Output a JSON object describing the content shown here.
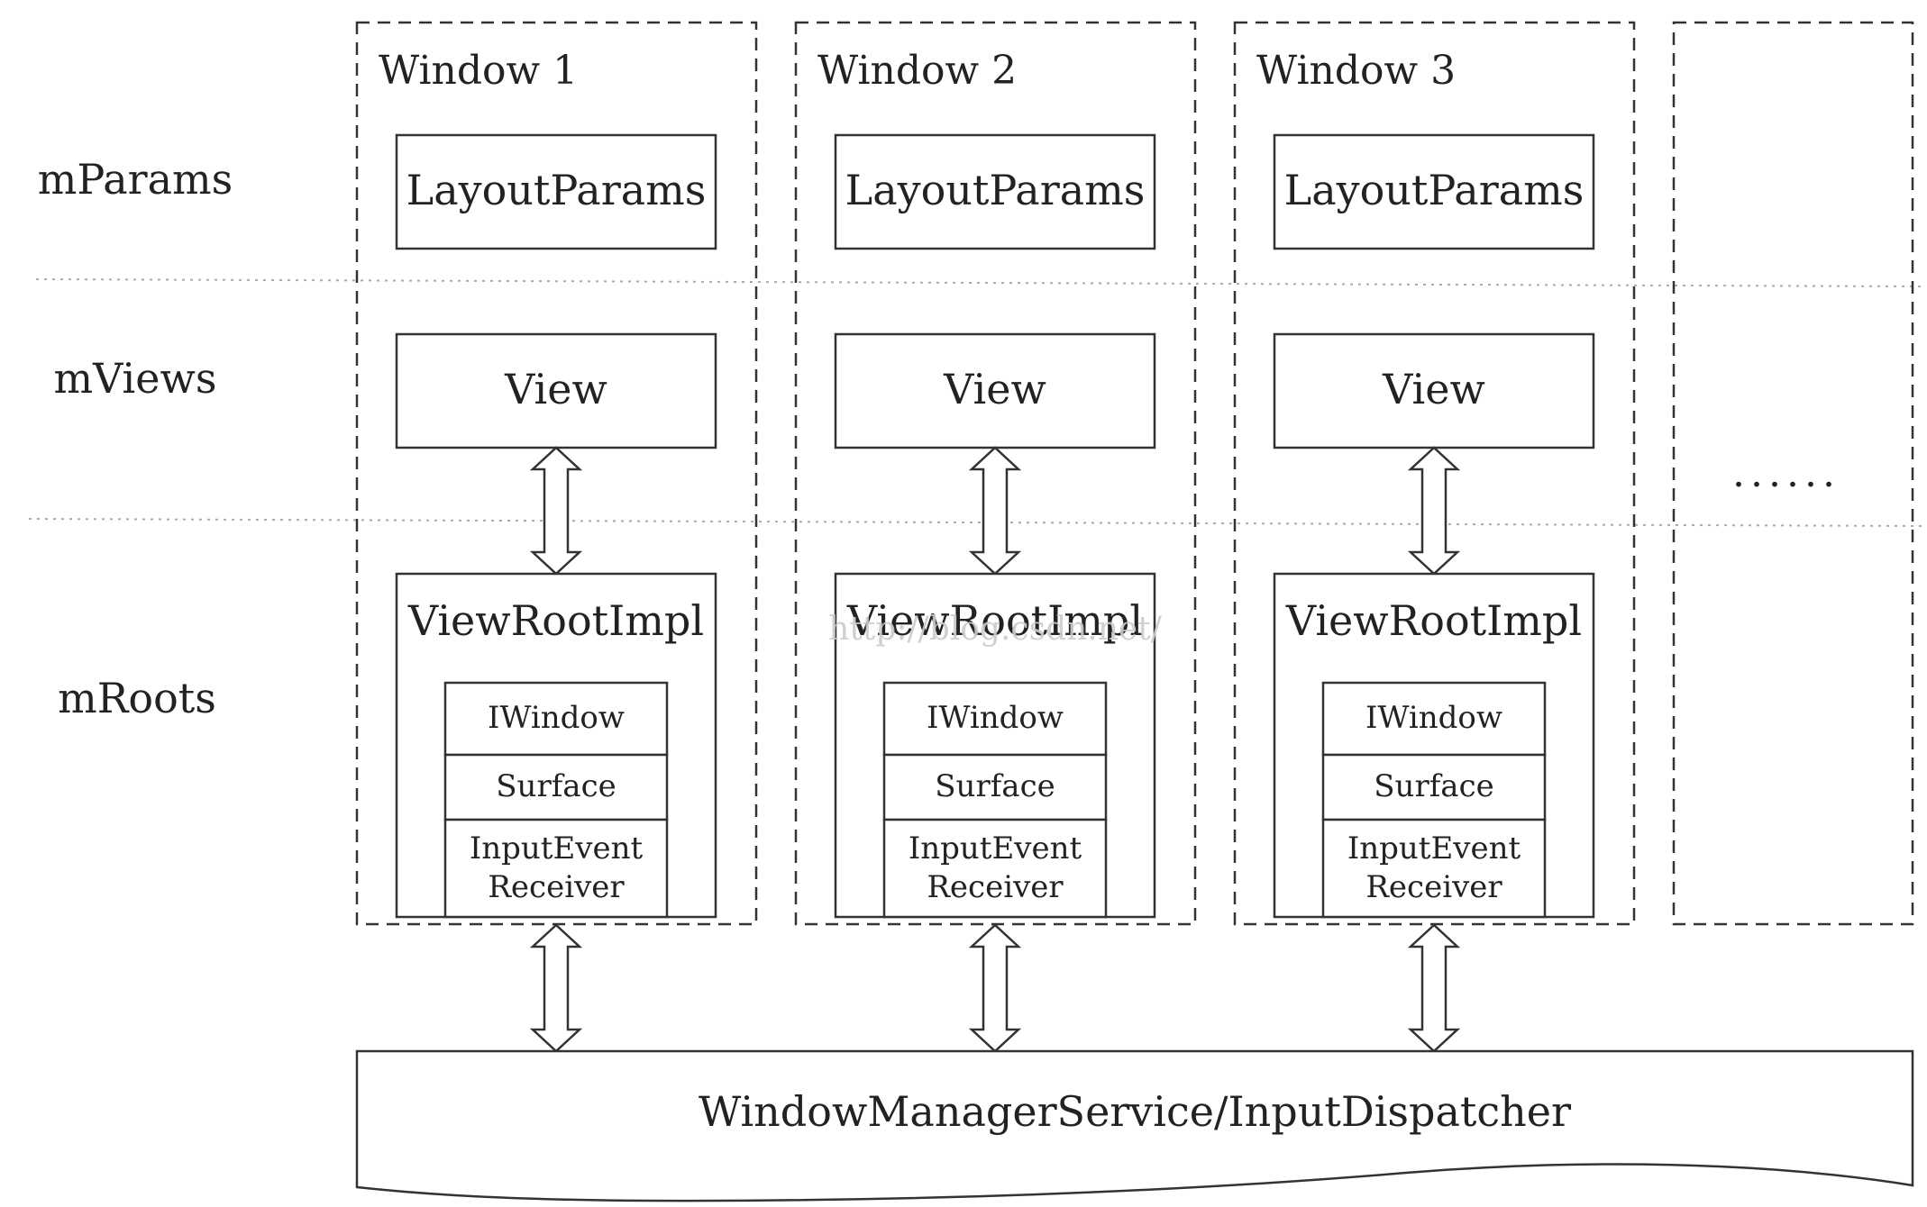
{
  "rows": {
    "params_label": "mParams",
    "views_label": "mViews",
    "roots_label": "mRoots"
  },
  "windows": [
    {
      "title": "Window 1",
      "layout_params": "LayoutParams",
      "view": "View",
      "view_root_impl": "ViewRootImpl",
      "components": [
        "IWindow",
        "Surface",
        "InputEvent",
        "Receiver"
      ]
    },
    {
      "title": "Window 2",
      "layout_params": "LayoutParams",
      "view": "View",
      "view_root_impl": "ViewRootImpl",
      "components": [
        "IWindow",
        "Surface",
        "InputEvent",
        "Receiver"
      ]
    },
    {
      "title": "Window 3",
      "layout_params": "LayoutParams",
      "view": "View",
      "view_root_impl": "ViewRootImpl",
      "components": [
        "IWindow",
        "Surface",
        "InputEvent",
        "Receiver"
      ]
    }
  ],
  "more_windows": "......",
  "service": {
    "label": "WindowManagerService/InputDispatcher"
  },
  "watermark": "http://blog.csdn.net/",
  "colors": {
    "stroke": "#333333",
    "text": "#222222",
    "separator": "#aaaaaa",
    "watermark": "#cccccc"
  }
}
